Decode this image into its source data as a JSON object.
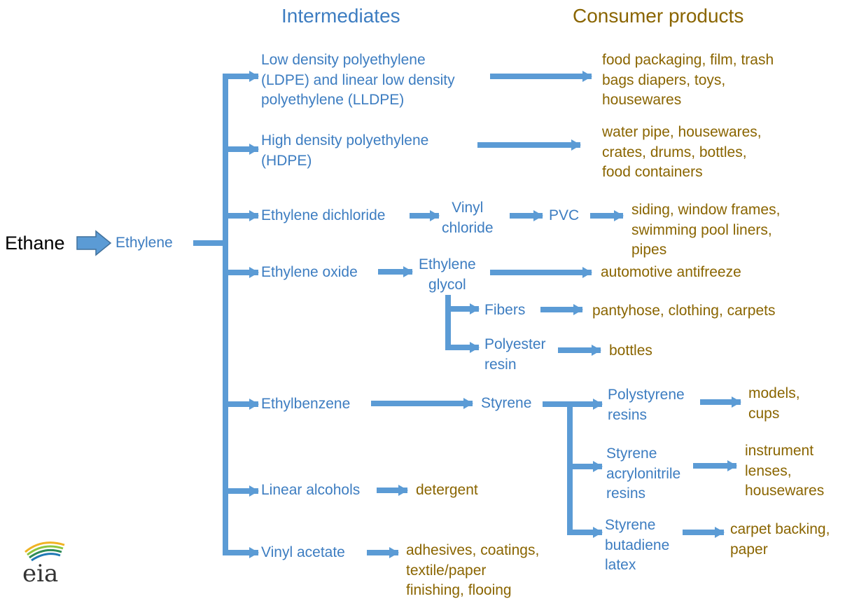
{
  "headers": {
    "intermediates": "Intermediates",
    "consumer_products": "Consumer products"
  },
  "logo": {
    "text": "eia"
  },
  "nodes": {
    "ethane": "Ethane",
    "ethylene": "Ethylene",
    "ldpe": "Low density polyethylene\n(LDPE) and linear low density\npolyethylene (LLDPE)",
    "ldpe_products": "food packaging, film, trash\nbags diapers, toys,\nhousewares",
    "hdpe": "High density polyethylene\n(HDPE)",
    "hdpe_products": "water pipe, housewares,\ncrates, drums, bottles,\nfood containers",
    "ethylene_dichloride": "Ethylene dichloride",
    "vinyl_chloride": "Vinyl\nchloride",
    "pvc": "PVC",
    "pvc_products": "siding, window frames,\nswimming pool liners,\npipes",
    "ethylene_oxide": "Ethylene oxide",
    "ethylene_glycol": "Ethylene\nglycol",
    "antifreeze": "automotive antifreeze",
    "fibers": "Fibers",
    "fibers_products": "pantyhose, clothing, carpets",
    "polyester_resin": "Polyester\nresin",
    "polyester_products": "bottles",
    "ethylbenzene": "Ethylbenzene",
    "styrene": "Styrene",
    "polystyrene_resins": "Polystyrene\nresins",
    "polystyrene_products": "models,\ncups",
    "san_resins": "Styrene\nacrylonitrile\nresins",
    "san_products": "instrument\nlenses,\nhousewares",
    "sb_latex": "Styrene\nbutadiene\nlatex",
    "sb_latex_products": "carpet backing,\npaper",
    "linear_alcohols": "Linear alcohols",
    "detergent": "detergent",
    "vinyl_acetate": "Vinyl acetate",
    "vinyl_acetate_products": "adhesives, coatings,\ntextile/paper\nfinishing, flooing"
  },
  "colors": {
    "intermediate": "#3d7dc1",
    "product": "#8a6500",
    "connector": "#5b9bd5",
    "big_arrow": "#4f81bd"
  }
}
